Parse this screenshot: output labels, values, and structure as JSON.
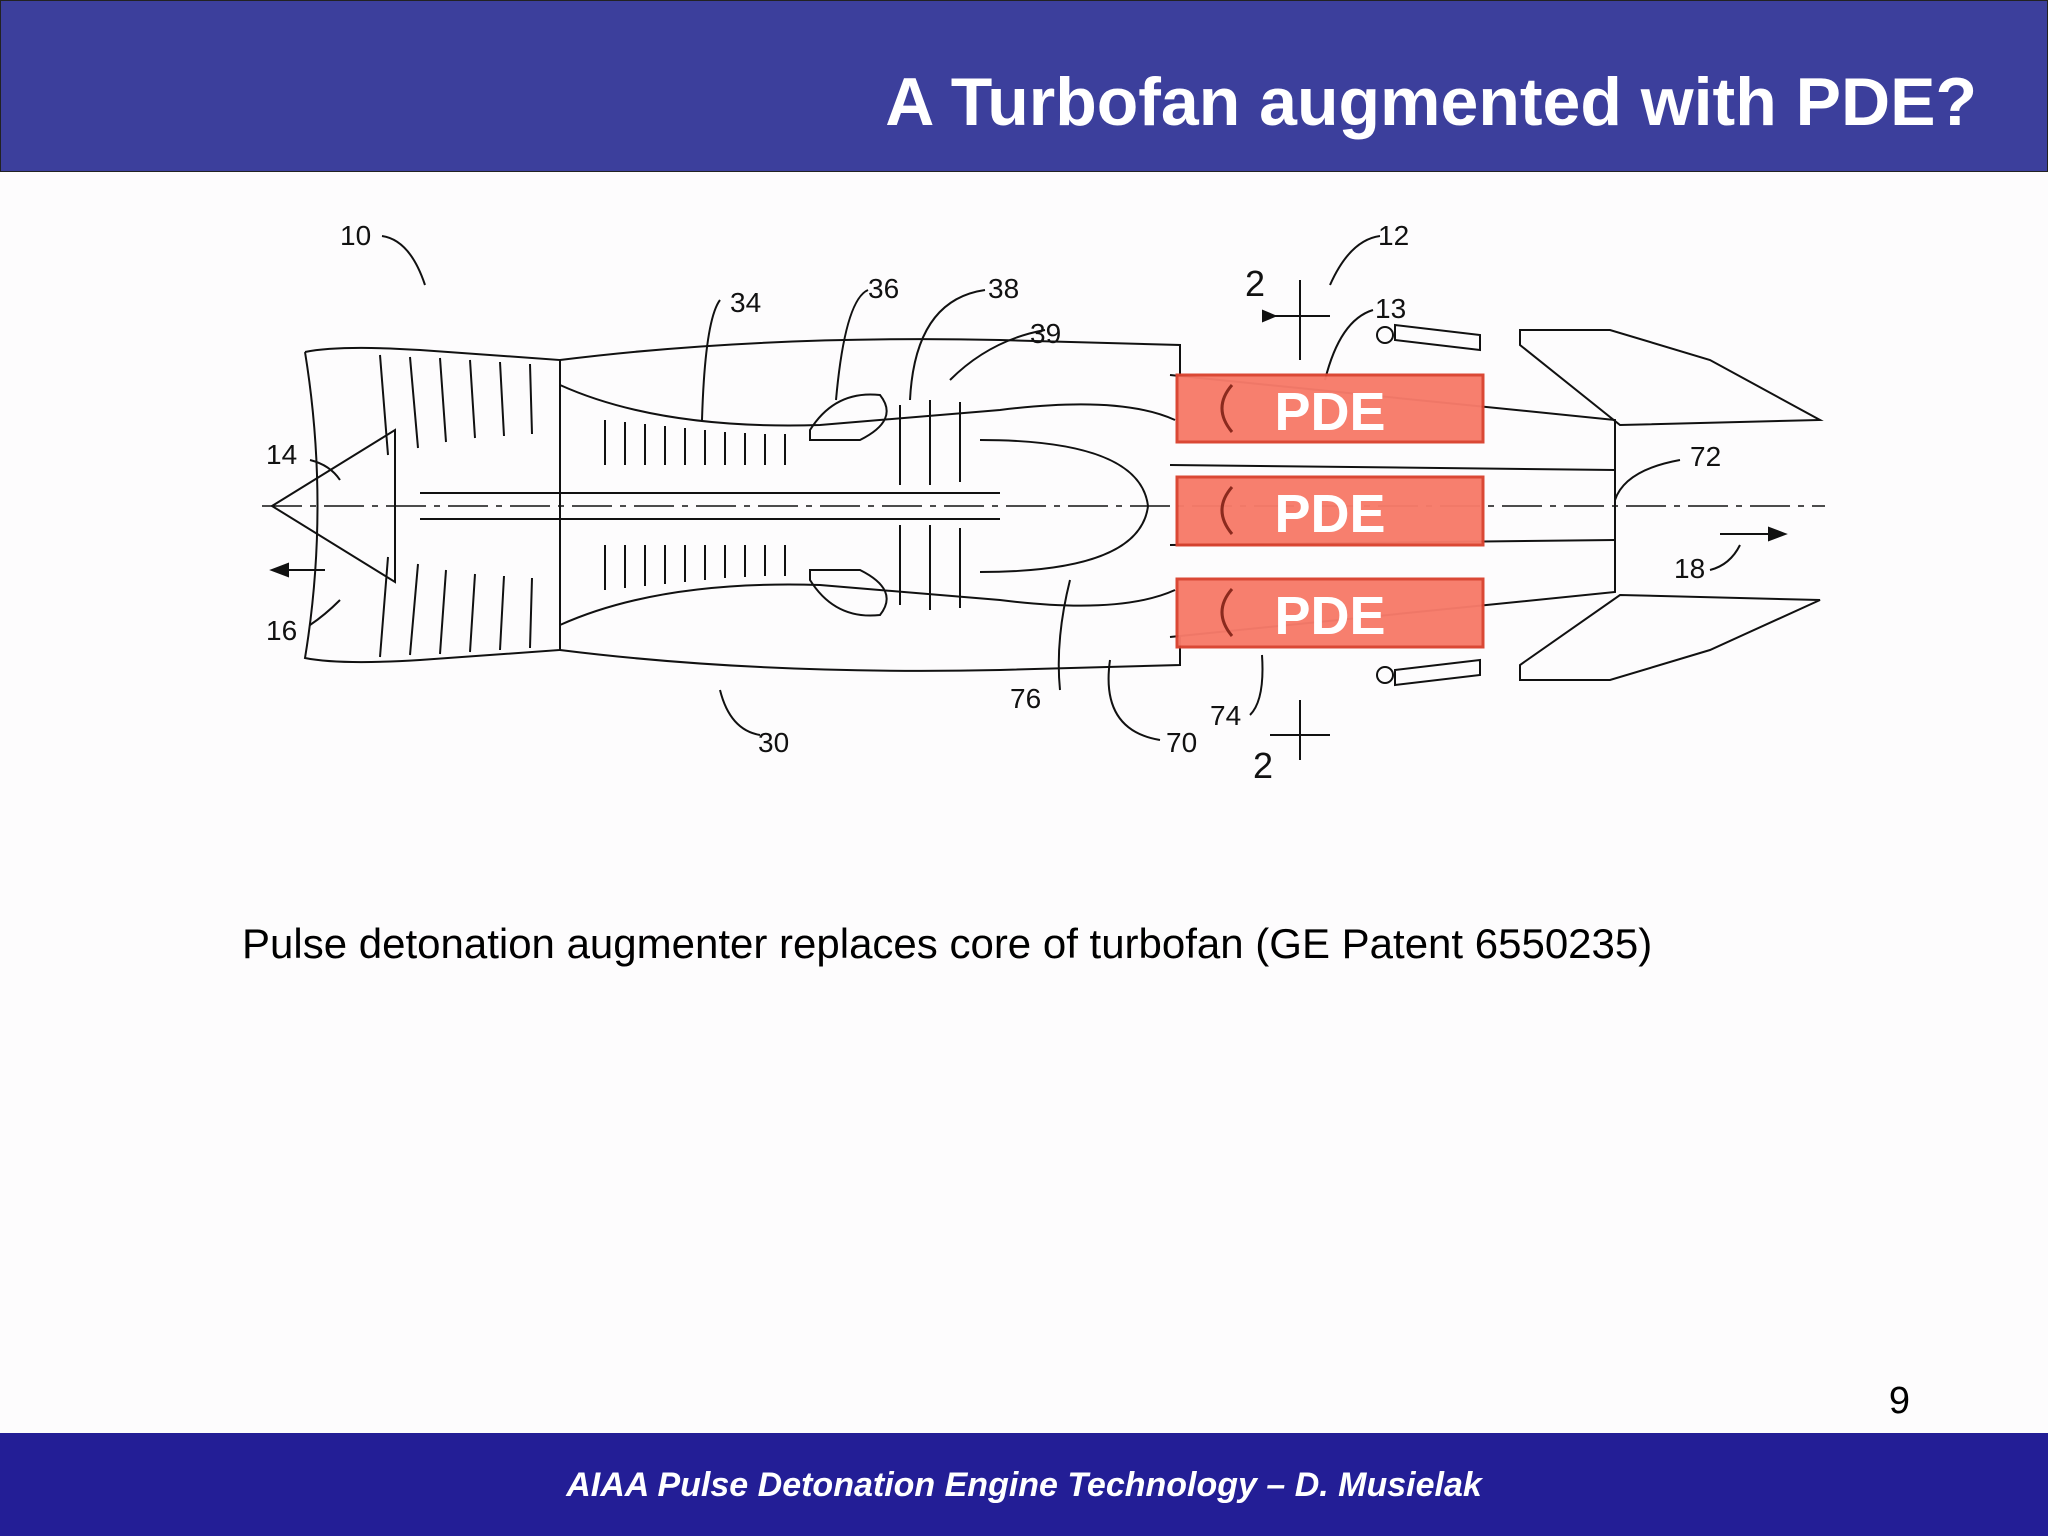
{
  "slide": {
    "title": "A Turbofan augmented with PDE?",
    "caption": "Pulse detonation augmenter replaces core of turbofan (GE Patent 6550235)",
    "page_number": "9",
    "footer": "AIAA Pulse Detonation Engine Technology – D. Musielak"
  },
  "diagram": {
    "pde_labels": [
      "PDE",
      "PDE",
      "PDE"
    ],
    "reference_numerals": [
      "10",
      "12",
      "13",
      "14",
      "16",
      "18",
      "30",
      "34",
      "36",
      "38",
      "39",
      "70",
      "72",
      "74",
      "76"
    ],
    "section_marks": [
      "2",
      "2"
    ],
    "pde_fill_color": "#f77b6a",
    "pde_stroke_color": "#d9432f"
  },
  "colors": {
    "header_bg": "#3c3f9c",
    "footer_bg": "#231e96"
  }
}
